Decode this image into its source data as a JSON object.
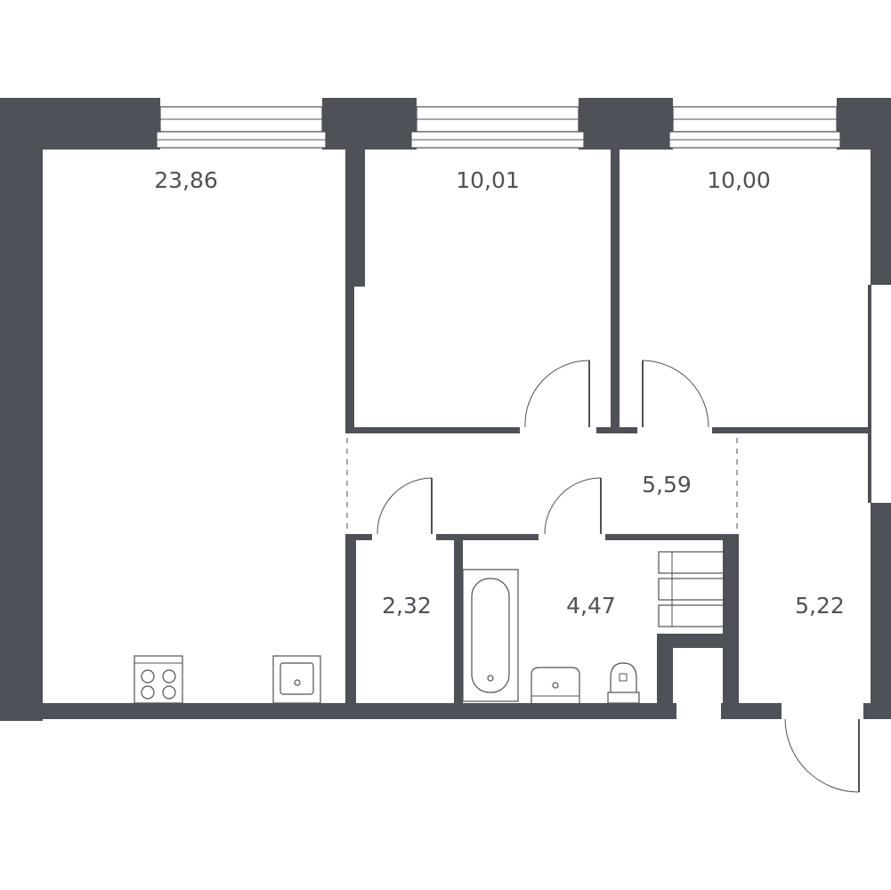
{
  "plan": {
    "rooms": [
      {
        "id": "living-kitchen",
        "area": "23,86"
      },
      {
        "id": "bedroom-1",
        "area": "10,01"
      },
      {
        "id": "bedroom-2",
        "area": "10,00"
      },
      {
        "id": "corridor",
        "area": "5,59"
      },
      {
        "id": "toilet",
        "area": "2,32"
      },
      {
        "id": "bathroom",
        "area": "4,47"
      },
      {
        "id": "hallway",
        "area": "5,22"
      }
    ],
    "colors": {
      "wall": "#4f5158",
      "background": "#ffffff"
    },
    "icons": [
      "stove-icon",
      "sink-icon",
      "bathtub-icon",
      "washbasin-icon",
      "toilet-icon",
      "shelves-icon"
    ]
  }
}
